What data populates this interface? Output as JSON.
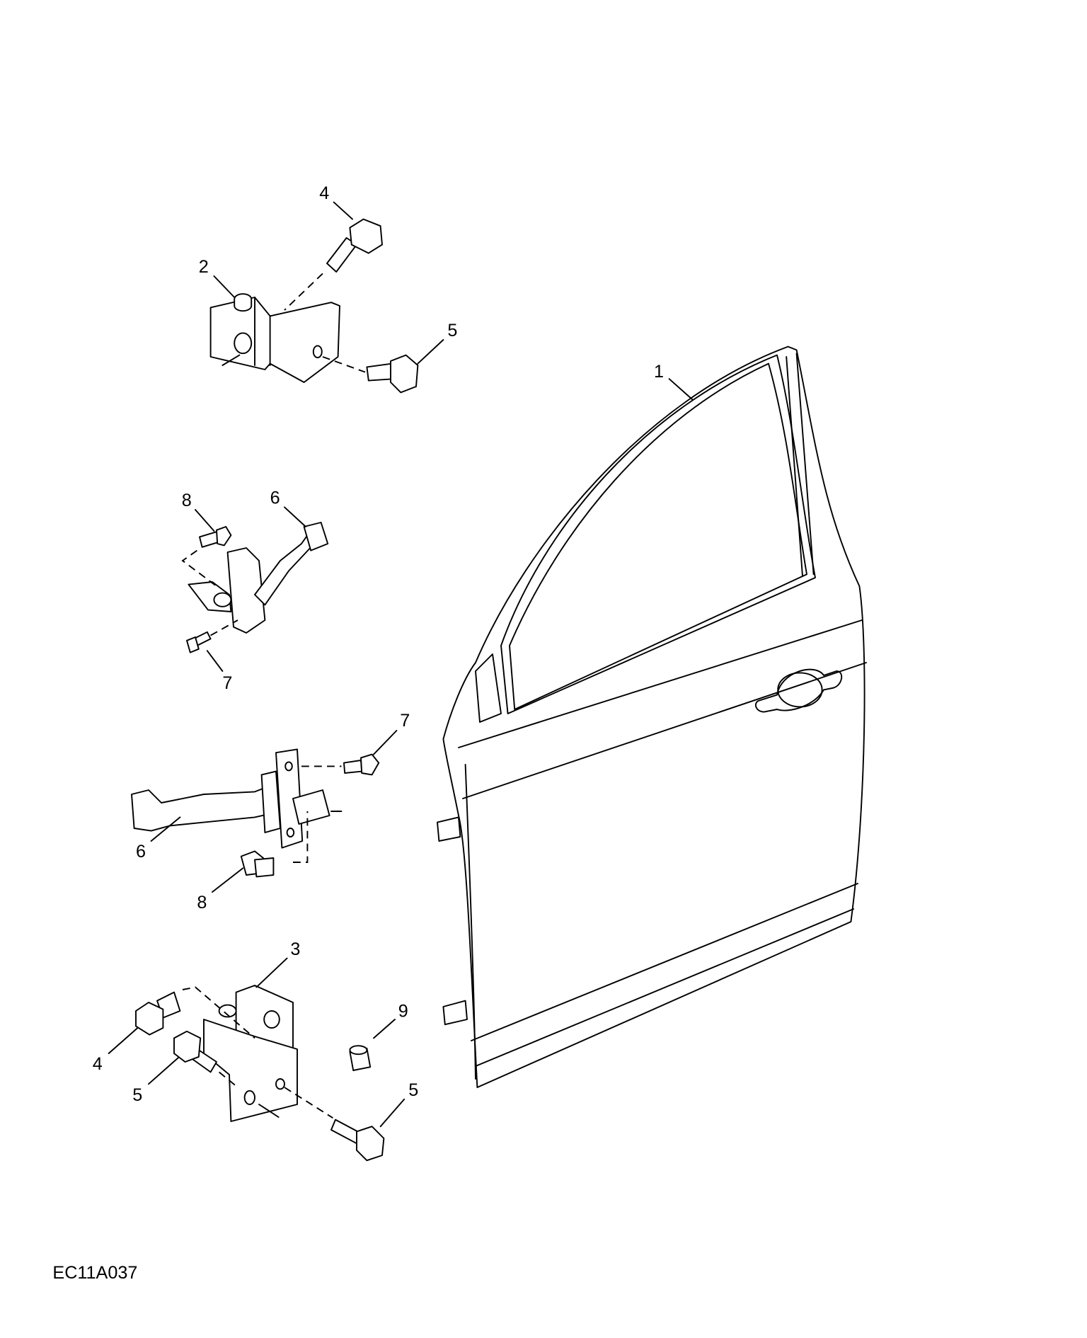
{
  "diagram_id": "EC11A037",
  "callouts": [
    {
      "label": "1",
      "part": "front-door"
    },
    {
      "label": "2",
      "part": "upper-hinge"
    },
    {
      "label": "4",
      "part": "bolt"
    },
    {
      "label": "5",
      "part": "bolt"
    },
    {
      "label": "8",
      "part": "bolt"
    },
    {
      "label": "6",
      "part": "door-check-strap"
    },
    {
      "label": "7",
      "part": "bolt"
    },
    {
      "label": "7",
      "part": "bolt"
    },
    {
      "label": "6",
      "part": "door-check-strap"
    },
    {
      "label": "8",
      "part": "bolt"
    },
    {
      "label": "3",
      "part": "lower-hinge"
    },
    {
      "label": "9",
      "part": "cap"
    },
    {
      "label": "4",
      "part": "bolt"
    },
    {
      "label": "5",
      "part": "bolt"
    },
    {
      "label": "5",
      "part": "bolt"
    }
  ]
}
